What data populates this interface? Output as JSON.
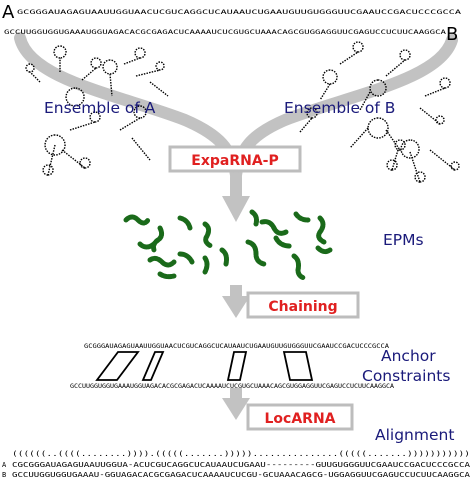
{
  "sequences": {
    "label_a": "A",
    "label_b": "B",
    "seq_a": "GCGGGAUAGAGUAAUUGGUAACUCGUCAGGCUCAUAAUCUGAAUGUUGUGGGUUCGAAUCCGACUCCCGCCA",
    "seq_b": "GCCUUGGUGGUGAAAUGGUAGACACGCGAGACUCAAAAUCUCGUGCUAAACAGCGUGGAGGUUCGAGUCCUCUUCAAGGCA"
  },
  "ensembles": {
    "a_label": "Ensemble of A",
    "b_label": "Ensemble of B"
  },
  "steps": {
    "exparna": "ExpaRNA-P",
    "chaining": "Chaining",
    "locarna": "LocARNA"
  },
  "labels": {
    "epms": "EPMs",
    "anchor_1": "Anchor",
    "anchor_2": "Constraints",
    "alignment": "Alignment"
  },
  "anchor": {
    "seq_top": "GCGGGAUAGAGUAAUUGGUAACUCGUCAGGCUCAUAAUCUGAAUGUUGUGGGUUCGAAUCCGACUCCCGCCA",
    "seq_bottom": "GCCUUGGUGGUGAAAUGGUAGACACGCGAGACUCAAAAUCUCGUGCUAAACAGCGUGGAGGUUCGAGUCCUCUUCAAGGCA"
  },
  "alignment": {
    "structure": "((((((..((((........)))).(((((.......)))))...............(((((.......)))))))))))",
    "row_a_label": "A",
    "row_a": "CGCGGGAUAGAGUAAUUGGUA-ACUCGUCAGGCUCAUAAUCUGAAU---------GUUGUGGGUUCGAAUCCGACUCCCGCCA",
    "row_b_label": "B",
    "row_b": "GCCUUGGUGGUGAAAU-GGUAGACACGCGAGACUCAAAAUCUCGU-GCUAAACAGCG-UGGAGGUUCGAGUCCUCUUCAAGGCA"
  }
}
